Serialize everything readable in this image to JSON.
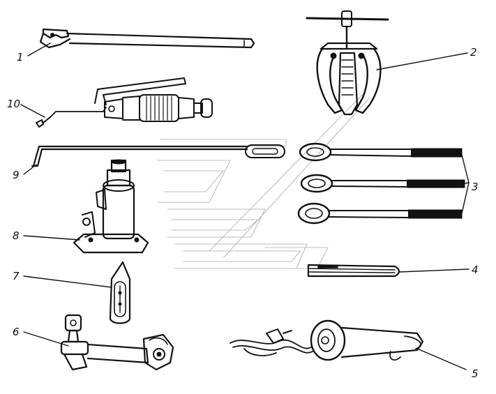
{
  "figure": {
    "callouts": [
      {
        "id": "tool-1",
        "label": "1"
      },
      {
        "id": "tool-2",
        "label": "2"
      },
      {
        "id": "tool-3",
        "label": "3"
      },
      {
        "id": "tool-4",
        "label": "4"
      },
      {
        "id": "tool-5",
        "label": "5"
      },
      {
        "id": "tool-6",
        "label": "6"
      },
      {
        "id": "tool-7",
        "label": "7"
      },
      {
        "id": "tool-8",
        "label": "8"
      },
      {
        "id": "tool-9",
        "label": "9"
      },
      {
        "id": "tool-10",
        "label": "10"
      }
    ],
    "colors": {
      "ink": "#111111",
      "background": "#ffffff",
      "watermark": "#bdbdbd"
    }
  }
}
